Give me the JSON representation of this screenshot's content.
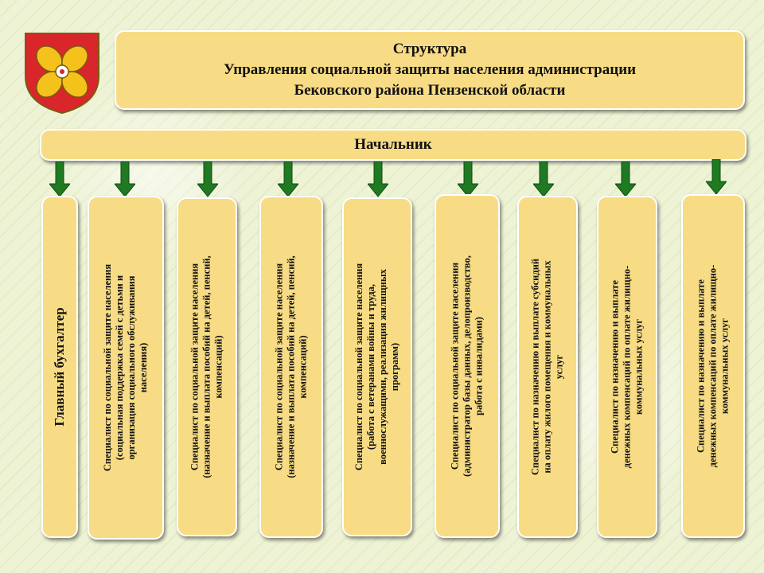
{
  "title": {
    "line1": "Структура",
    "line2": "Управления социальной защиты населения администрации",
    "line3": "Бековского района Пензенской области"
  },
  "chief": "Начальник",
  "colors": {
    "box": "#f8dc85",
    "arrow": "#1f7a22",
    "emblem_red": "#d8262b",
    "emblem_gold": "#f4c21a"
  },
  "units": [
    {
      "lines": [
        "Главный  бухгалтер"
      ]
    },
    {
      "lines": [
        "Специалист по социальной защите населения",
        "(социальная поддержка семей с детьми и",
        "организация социального обслуживания",
        "населения)"
      ]
    },
    {
      "lines": [
        "Специалист по социальной защите населения",
        "(назначение и выплата пособий на детей, пенсий,",
        "компенсаций)"
      ]
    },
    {
      "lines": [
        "Специалист по социальной защите населения",
        "(назначение и выплата пособий на детей, пенсий,",
        "компенсаций)"
      ]
    },
    {
      "lines": [
        "Специалист по социальной защите населения",
        "(работа с ветеранами войны и труда,",
        "военнослужащими, реализация жилищных",
        "программ)"
      ]
    },
    {
      "lines": [
        "Специалист по социальной защите населения",
        "(администратор базы данных, делопроизводство,",
        "работа с инвалидами)"
      ]
    },
    {
      "lines": [
        "Специалист по назначению и выплате субсидий",
        "на оплату жилого помещения и коммунальных",
        "услуг"
      ]
    },
    {
      "lines": [
        "Специалист по  назначению и выплате",
        "денежных компенсаций по оплате жилищно-",
        "коммунальных услуг"
      ]
    },
    {
      "lines": [
        "Специалист по  назначению и выплате",
        "денежных компенсаций по оплате жилищно-",
        "коммунальных услуг"
      ]
    }
  ]
}
